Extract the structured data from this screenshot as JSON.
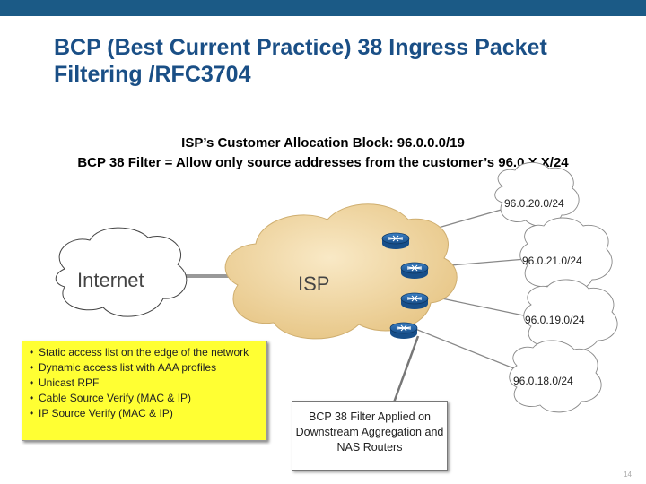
{
  "slide": {
    "title": "BCP (Best Current Practice) 38 Ingress Packet Filtering /RFC3704",
    "subtitle_line1": "ISP’s Customer Allocation Block: 96.0.0.0/19",
    "subtitle_line2": "BCP 38 Filter = Allow only source addresses from the customer’s 96.0.X.X/24",
    "page_number": "14"
  },
  "diagram": {
    "internet_label": "Internet",
    "isp_label": "ISP",
    "customer_networks": [
      "96.0.20.0/24",
      "96.0.21.0/24",
      "96.0.19.0/24",
      "96.0.18.0/24"
    ],
    "callout": "BCP 38 Filter Applied on Downstream Aggregation and NAS Routers",
    "router_icon": "router-icon",
    "cloud_icon": "cloud-icon"
  },
  "notes": [
    "Static access list on the edge of the network",
    "Dynamic access list with AAA profiles",
    "Unicast RPF",
    "Cable Source Verify (MAC & IP)",
    "IP Source Verify (MAC & IP)"
  ],
  "colors": {
    "topbar": "#1b5a86",
    "title": "#1a4f86",
    "notes_background": "#ffff33",
    "router": "#1d63a8"
  }
}
